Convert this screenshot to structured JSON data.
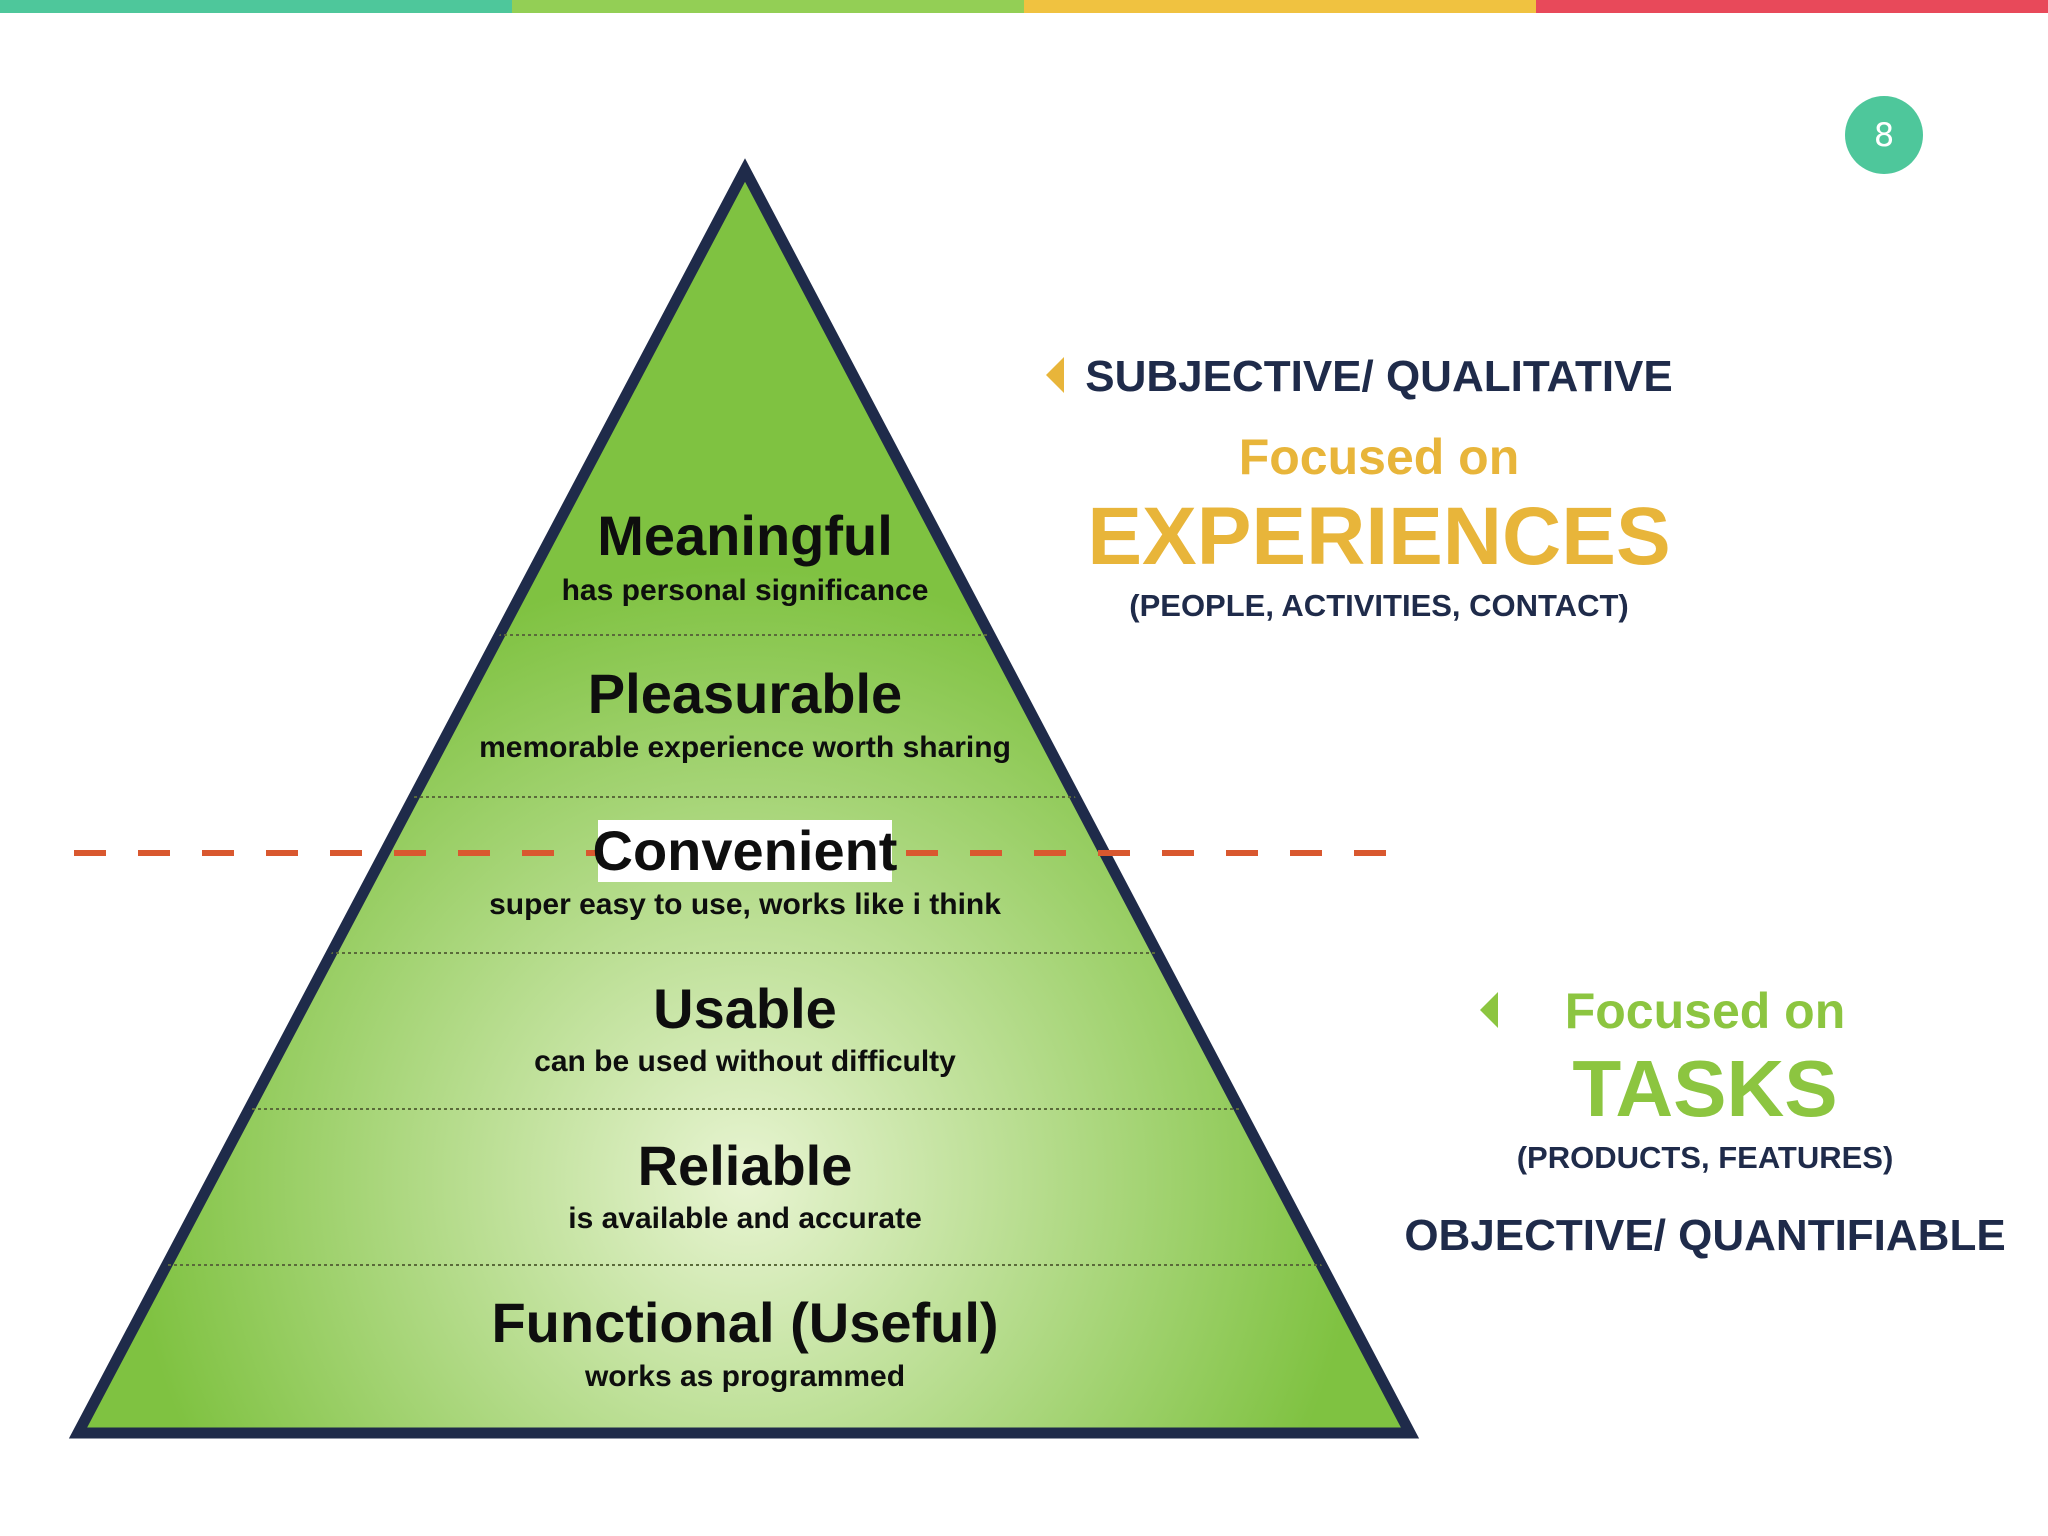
{
  "slide": {
    "number": "8",
    "colors": {
      "badge": "#4ec79b",
      "top_bar": [
        "#4ec79b",
        "#93cf55",
        "#f0c240",
        "#e8495a"
      ]
    }
  },
  "pyramid": {
    "colors": {
      "fill_dark": "#7fc241",
      "fill_light": "#e8f4d2",
      "outline": "#1f2b4a",
      "divider": "#5a6a3a",
      "text": "#0e0e0e"
    },
    "levels": [
      {
        "title": "Meaningful",
        "subtitle": "has personal significance"
      },
      {
        "title": "Pleasurable",
        "subtitle": "memorable experience worth sharing"
      },
      {
        "title": "Convenient",
        "subtitle": "super easy to use, works like i think"
      },
      {
        "title": "Usable",
        "subtitle": "can be used without difficulty"
      },
      {
        "title": "Reliable",
        "subtitle": "is available and accurate"
      },
      {
        "title": "Functional (Useful)",
        "subtitle": "works as programmed"
      }
    ]
  },
  "divider_line": {
    "color": "#d9582f"
  },
  "experiences": {
    "heading": "SUBJECTIVE/ QUALITATIVE",
    "focus_label": "Focused on",
    "focus_word": "EXPERIENCES",
    "examples": "(PEOPLE, ACTIVITIES, CONTACT)",
    "color": "#e8b53a",
    "heading_color": "#1f2b4a",
    "arrow_icon": "triangle-left-icon"
  },
  "tasks": {
    "focus_label": "Focused on",
    "focus_word": "TASKS",
    "examples": "(PRODUCTS, FEATURES)",
    "heading": "OBJECTIVE/ QUANTIFIABLE",
    "color": "#8cc540",
    "heading_color": "#1f2b4a",
    "arrow_icon": "triangle-left-icon"
  }
}
